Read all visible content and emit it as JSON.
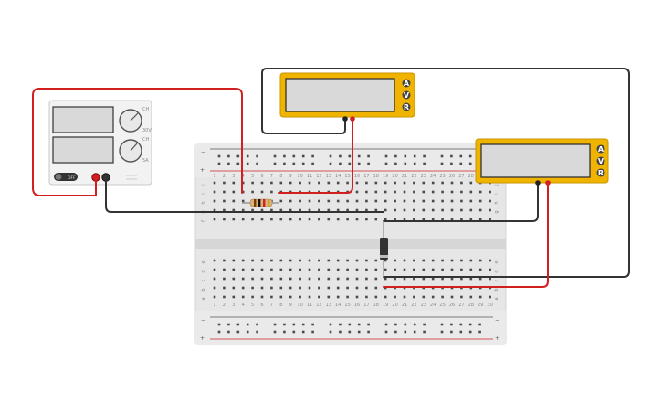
{
  "power_supply": {
    "knob1_labels": [
      "CH",
      "30V"
    ],
    "knob2_labels": [
      "CH",
      "5A"
    ],
    "off_label": "OFF"
  },
  "multimeter1": {
    "mode_buttons": [
      "A",
      "V",
      "R"
    ],
    "display_value": ""
  },
  "multimeter2": {
    "mode_buttons": [
      "A",
      "V",
      "R"
    ],
    "display_value": ""
  },
  "breadboard": {
    "rail_minus": "−",
    "rail_plus": "+",
    "column_numbers": [
      "1",
      "2",
      "3",
      "4",
      "5",
      "6",
      "7",
      "8",
      "9",
      "10",
      "11",
      "12",
      "13",
      "14",
      "15",
      "16",
      "17",
      "18",
      "19",
      "20",
      "21",
      "22",
      "23",
      "24",
      "25",
      "26",
      "27",
      "28",
      "29",
      "30"
    ],
    "rows_top": [
      "j",
      "i",
      "h",
      "g",
      "f"
    ],
    "rows_bottom": [
      "e",
      "d",
      "c",
      "b",
      "a"
    ]
  },
  "colors": {
    "wire_red": "#d22020",
    "wire_black": "#333333",
    "multimeter_yellow": "#f0b400",
    "breadboard": "#e6e6e6"
  }
}
